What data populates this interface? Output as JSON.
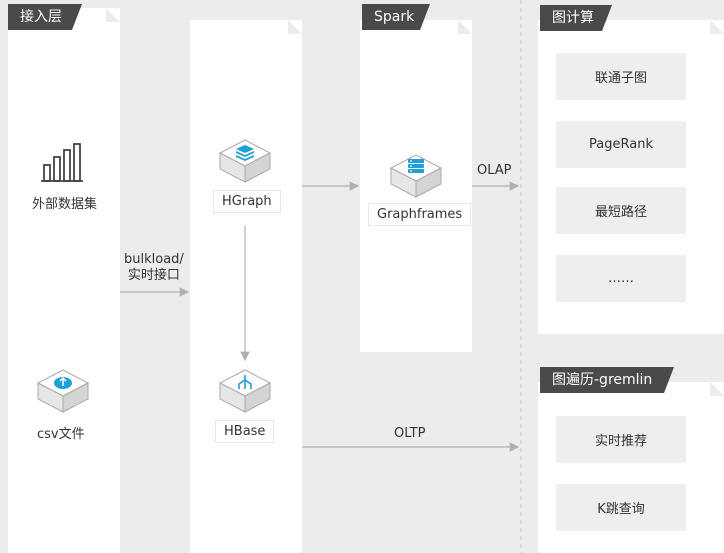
{
  "panels": {
    "access_layer": {
      "title": "接入层"
    },
    "spark": {
      "title": "Spark"
    },
    "graph_compute": {
      "title": "图计算"
    },
    "graph_traversal": {
      "title": "图遍历-gremlin"
    }
  },
  "nodes": {
    "external_dataset": "外部数据集",
    "csv_file": "csv文件",
    "hgraph": "HGraph",
    "hbase": "HBase",
    "graphframes": "Graphframes"
  },
  "edges": {
    "bulkload_line1": "bulkload/",
    "bulkload_line2": "实时接口",
    "olap": "OLAP",
    "oltp": "OLTP"
  },
  "graph_compute_items": [
    "联通子图",
    "PageRank",
    "最短路径",
    "……"
  ],
  "graph_traversal_items": [
    "实时推荐",
    "K跳查询"
  ],
  "colors": {
    "accent": "#1e9fd6",
    "tag_bg": "#4a4a4a",
    "background": "#ececec",
    "card": "#eeeeee"
  },
  "icons": [
    "bar-chart-icon",
    "upload-cloud-icon",
    "database-stack-icon",
    "branch-icon",
    "server-icon"
  ]
}
